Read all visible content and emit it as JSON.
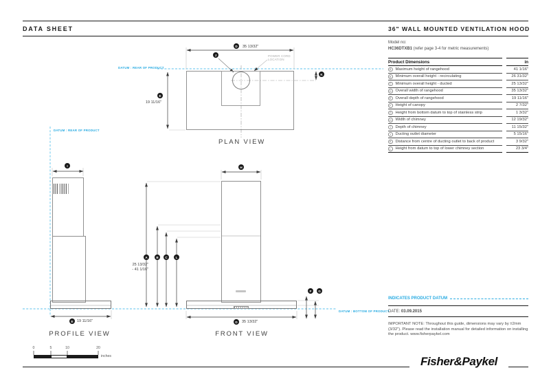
{
  "header": {
    "data_sheet": "DATA SHEET",
    "product_title": "36\" WALL MOUNTED VENTILATION HOOD"
  },
  "model": {
    "label": "Model no:",
    "code": "HC36DTXB1",
    "note": " (refer page 3-4 for metric measurements)"
  },
  "dimensions_table": {
    "col_name": "Product Dimensions",
    "col_unit": "in",
    "rows": [
      {
        "key": "A",
        "label": "Maximum height of rangehood",
        "value": "41 1/16\""
      },
      {
        "key": "B",
        "label": "Minimum overall height - recirculating",
        "value": "26 31/32\""
      },
      {
        "key": "C",
        "label": "Minimum overall height - ducted",
        "value": "25 13/32\""
      },
      {
        "key": "D",
        "label": "Overall width of rangehood",
        "value": "35 13/32\""
      },
      {
        "key": "E",
        "label": "Overall depth of rangehood",
        "value": "19 11/16\""
      },
      {
        "key": "F",
        "label": "Height of canopy",
        "value": "2 7/32\""
      },
      {
        "key": "G",
        "label": "Height from bottom datum to top of stainless strip",
        "value": "1 3/32\""
      },
      {
        "key": "H",
        "label": "Width of chimney",
        "value": "12 19/32\""
      },
      {
        "key": "I",
        "label": "Depth of chimney",
        "value": "11 15/32\""
      },
      {
        "key": "J",
        "label": "Ducting outlet diameter",
        "value": "5 15/16\""
      },
      {
        "key": "K",
        "label": "Distance from centre of ducting outlet to back of product",
        "value": "3 9/32\""
      },
      {
        "key": "L",
        "label": "Height from datum to top of lower chimney section",
        "value": "23 3/4\""
      }
    ]
  },
  "views": {
    "plan": {
      "title": "PLAN VIEW",
      "width_letter": "D",
      "width_value": "35 13/32\"",
      "depth_letter": "E",
      "depth_value": "19 11/16\"",
      "outlet_letter": "J",
      "offset_letter": "K",
      "power_cord_line1": "POWER CORD",
      "power_cord_line2": "LOCATION"
    },
    "profile": {
      "title": "PROFILE VIEW",
      "chimney_depth_letter": "I",
      "depth_letter": "E",
      "depth_value": "19 11/16\""
    },
    "front": {
      "title": "FRONT VIEW",
      "chimney_width_letter": "H",
      "height_letters": [
        "A",
        "B",
        "C",
        "L"
      ],
      "height_range_line1": "25 13/32\"",
      "height_range_line2": "- 41 1/16\"",
      "canopy_letter": "F",
      "strip_letter": "G",
      "width_letter": "D",
      "width_value": "35 13/32\""
    }
  },
  "datum": {
    "rear_label": "DATUM : REAR OF PRODUCT",
    "bottom_label": "DATUM : BOTTOM OF PRODUCT",
    "legend": "INDICATES PRODUCT DATUM",
    "color": "#29ABE2"
  },
  "scale_bar": {
    "ticks": [
      "0",
      "5",
      "10",
      "20"
    ],
    "unit": "inches"
  },
  "footer": {
    "date_label": "DATE: ",
    "date_value": "03.09.2015",
    "note": "IMPORTANT NOTE: Throughout this guide, dimensions may vary by ±2mm (3/32\"). Please read the installation manual for detailed information on installing the product. www.fisherpaykel.com",
    "logo": "Fisher&Paykel"
  }
}
